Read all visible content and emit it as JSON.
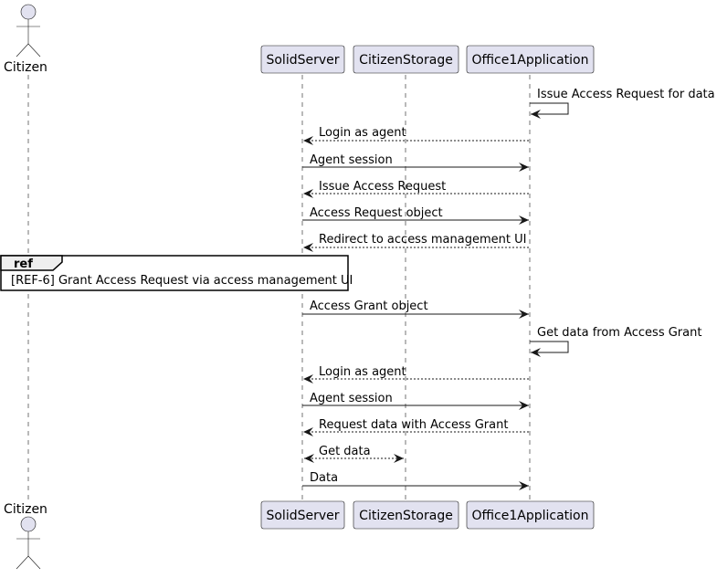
{
  "participants": {
    "citizen": "Citizen",
    "solid_server": "SolidServer",
    "citizen_storage": "CitizenStorage",
    "office_app": "Office1Application"
  },
  "ref": {
    "tag": "ref",
    "text": "[REF-6] Grant Access Request via access management UI"
  },
  "messages": [
    {
      "text": "Issue Access Request for data",
      "from": "office_app",
      "to": "office_app",
      "style": "self"
    },
    {
      "text": "Login as agent",
      "from": "office_app",
      "to": "solid_server",
      "style": "dashed"
    },
    {
      "text": "Agent session",
      "from": "solid_server",
      "to": "office_app",
      "style": "solid"
    },
    {
      "text": "Issue Access Request",
      "from": "office_app",
      "to": "solid_server",
      "style": "dashed"
    },
    {
      "text": "Access Request object",
      "from": "solid_server",
      "to": "office_app",
      "style": "solid"
    },
    {
      "text": "Redirect to access management UI",
      "from": "office_app",
      "to": "solid_server",
      "style": "dashed"
    },
    {
      "text": "Access Grant object",
      "from": "solid_server",
      "to": "office_app",
      "style": "solid"
    },
    {
      "text": "Get data from Access Grant",
      "from": "office_app",
      "to": "office_app",
      "style": "self"
    },
    {
      "text": "Login as agent",
      "from": "office_app",
      "to": "solid_server",
      "style": "dashed"
    },
    {
      "text": "Agent session",
      "from": "solid_server",
      "to": "office_app",
      "style": "solid"
    },
    {
      "text": "Request data with Access Grant",
      "from": "office_app",
      "to": "solid_server",
      "style": "dashed"
    },
    {
      "text": "Get data",
      "from": "solid_server",
      "to": "citizen_storage",
      "style": "dashed-both"
    },
    {
      "text": "Data",
      "from": "solid_server",
      "to": "office_app",
      "style": "solid"
    }
  ],
  "colors": {
    "participant_fill": "#e2e2f0",
    "participant_stroke": "#181818",
    "lifeline": "#181818"
  }
}
